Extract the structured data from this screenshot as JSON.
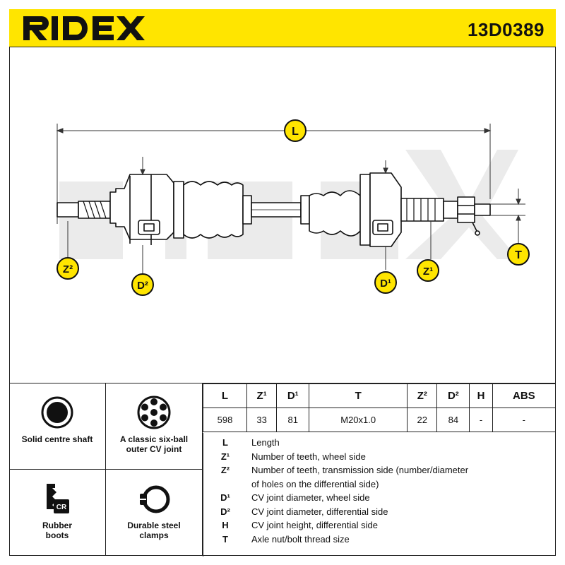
{
  "header": {
    "brand": "RIDEX",
    "part_number": "13D0389",
    "color": "#ffe500"
  },
  "diagram": {
    "labels": {
      "L": "L",
      "T": "T",
      "Z1": "Z¹",
      "Z2": "Z²",
      "D1": "D¹",
      "D2": "D²"
    },
    "watermark": "RIDEX"
  },
  "features": [
    {
      "label": "Solid centre shaft",
      "icon": "solid-shaft-icon"
    },
    {
      "label": "A classic six-ball outer CV joint",
      "icon": "six-ball-joint-icon"
    },
    {
      "label": "Rubber boots",
      "icon": "rubber-boot-icon",
      "badge": "CR"
    },
    {
      "label": "Durable steel clamps",
      "icon": "steel-clamp-icon"
    }
  ],
  "specs": {
    "headers": [
      "L",
      "Z¹",
      "D¹",
      "T",
      "Z²",
      "D²",
      "H",
      "ABS"
    ],
    "values": [
      "598",
      "33",
      "81",
      "M20x1.0",
      "22",
      "84",
      "-",
      "-"
    ]
  },
  "legend": [
    {
      "key": "L",
      "text": "Length"
    },
    {
      "key": "Z¹",
      "text": "Number of teeth, wheel side"
    },
    {
      "key": "Z²",
      "text": "Number of teeth, transmission side (number/diameter"
    },
    {
      "key": "",
      "text": "of holes on the differential side)"
    },
    {
      "key": "D¹",
      "text": "CV joint diameter, wheel side"
    },
    {
      "key": "D²",
      "text": "CV joint diameter, differential side"
    },
    {
      "key": "H",
      "text": "CV joint height, differential side"
    },
    {
      "key": "T",
      "text": "Axle nut/bolt thread size"
    }
  ]
}
